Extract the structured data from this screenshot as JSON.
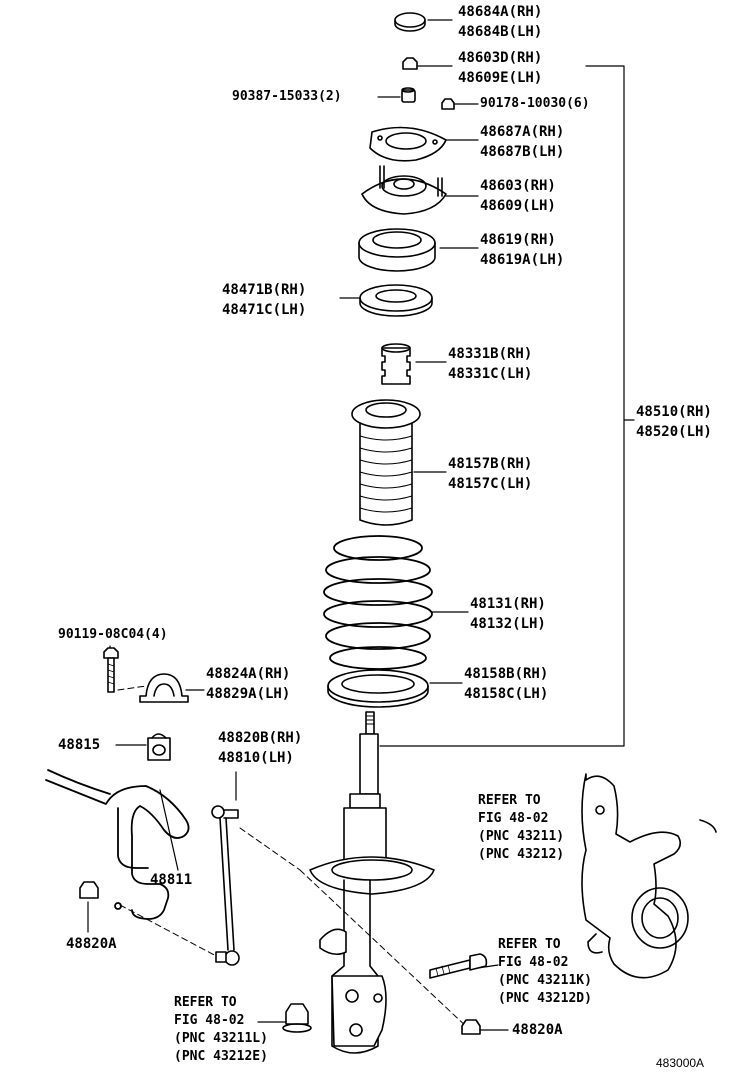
{
  "callouts": {
    "c48684": [
      "48684A(RH)",
      "48684B(LH)"
    ],
    "c48603d": [
      "48603D(RH)",
      "48609E(LH)"
    ],
    "c90387": [
      "90387-15033(2)"
    ],
    "c90178": [
      "90178-10030(6)"
    ],
    "c48687": [
      "48687A(RH)",
      "48687B(LH)"
    ],
    "c48603": [
      "48603(RH)",
      "48609(LH)"
    ],
    "c48619": [
      "48619(RH)",
      "48619A(LH)"
    ],
    "c48471": [
      "48471B(RH)",
      "48471C(LH)"
    ],
    "c48331": [
      "48331B(RH)",
      "48331C(LH)"
    ],
    "c48510": [
      "48510(RH)",
      "48520(LH)"
    ],
    "c48157": [
      "48157B(RH)",
      "48157C(LH)"
    ],
    "c48131": [
      "48131(RH)",
      "48132(LH)"
    ],
    "c90119": [
      "90119-08C04(4)"
    ],
    "c48824": [
      "48824A(RH)",
      "48829A(LH)"
    ],
    "c48158": [
      "48158B(RH)",
      "48158C(LH)"
    ],
    "c48815": [
      "48815"
    ],
    "c48820b": [
      "48820B(RH)",
      "48810(LH)"
    ],
    "c48811": [
      "48811"
    ],
    "c48820a_left": [
      "48820A"
    ],
    "c48820a_bottom": [
      "48820A"
    ],
    "ref_knuckle": [
      "REFER TO",
      "FIG 48-02",
      "(PNC 43211)",
      "(PNC 43212)"
    ],
    "ref_bolt_right": [
      "REFER TO",
      "FIG 48-02",
      "(PNC 43211K)",
      "(PNC 43212D)"
    ],
    "ref_nut_left": [
      "REFER TO",
      "FIG 48-02",
      "(PNC 43211L)",
      "(PNC 43212E)"
    ]
  },
  "diagram_id": "483000A"
}
